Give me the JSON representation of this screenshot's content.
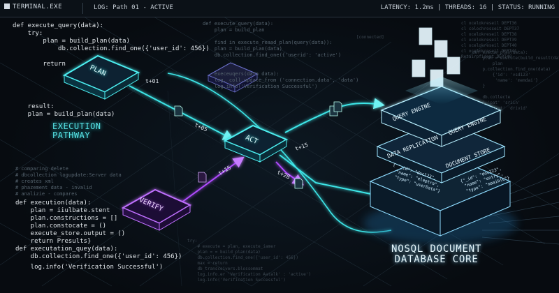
{
  "window": {
    "title": "TERMINAL.EXE",
    "log": "LOG: Path 01 - ACTIVE",
    "stats": "LATENCY: 1.2ms | THREADS: 16 | STATUS: RUNNING"
  },
  "code": {
    "top": "def execute_query(data):\n    try:\n        plan = build_plan(data)\n            db.collection.find_one({'user_id': 456})\n\n        return",
    "result": "    result:\n    plan = build_plan(data)",
    "comments": "# comparing delete\n# dbcollection logupdate:Server data\n# creates xml\n# phazement data - invalid\n# analizie - compares",
    "execution": "def execution(data):\n    plan = iiulbate.stent\n    plan.constructions = []\n    plan.constocate = ()\n    execute_store.output = ()\n    return Presults}",
    "executation": "def executation_quey(data):\n    db.collection.find_one({'user_id': 456})",
    "verify_log": "    log.info('Verification Successful')",
    "bg_center": "def execute_query(data):\n    plan = build_plan\n\n    find in execute_reaad_plan(query(data)):\n    plan = build_plan(data)\n    db.collection.find_one({'userid': 'active')\n\n\n    execeuqers(data data):\n    log. coll.update_from ('connection.data', 'data')\n    log.info('Verification Successful')",
    "bg_bottom": "try:\n    # execute = plan, execute_iamer\n    plan = = build_plan(data)\n    db.collection.find_one({'user_id': 456})\n    max = return\n    db_transceivers.blossommat\n    log.info.er 'Verification Aatalk' : 'active')\n    log.info('Verification Successful')",
    "bg_right": "def execue_plan(data):\n    plan = execute(build_result(data)\n        plan\n    p.collection.find_one(data)\n        {'id': 'vsd123'\n         'name': 'memdai'}\n    }\n\n    db.collecte\n    1 'pat' 'sriin'\n        'pat' 'drivid'",
    "bg_right_top": "cl ocelokreseil DEPT36\ncl colochrosseit DEPT37\ncl ocelokreseil DEPT38\ncl ocelokreseil DEPT39\ncl ocelokreseil DEPT40\ncl ocelokreseil DEPT41\nRetairpfidemt DEPT40",
    "bg_connector": "[connected]"
  },
  "nodes": {
    "plan": "PLAN",
    "act": "ACT",
    "verify": "VERIFY"
  },
  "ticks": {
    "t1": "t+01",
    "t2": "t+05",
    "t3": "t+15",
    "t4": "t+15",
    "t5": "t+28"
  },
  "labels": {
    "execution": "EXECUTION\nPATHWAY",
    "core": "NOSQL DOCUMENT\nDATABASE CORE"
  },
  "tower": {
    "query_left": "QUERY ENGINE",
    "query_right": "QUERY ENGINE",
    "replication": "DATA REPLICATION",
    "doc_store": "DOCUMENT STORE",
    "doc_left": "{ \"_id\": \"doc123\",\n  \"name\": \"eleptra\",\n  \"type\": \"userData\"}",
    "doc_right": "{\"_id\": \"doc123\",\n \"name\": \"entry\",\n \"type\": \"maaible\"}"
  },
  "colors": {
    "cyan": "#3ee6e8",
    "magenta": "#b04bff",
    "accent_bg": "#070b10",
    "text": "#e1e6ea"
  }
}
